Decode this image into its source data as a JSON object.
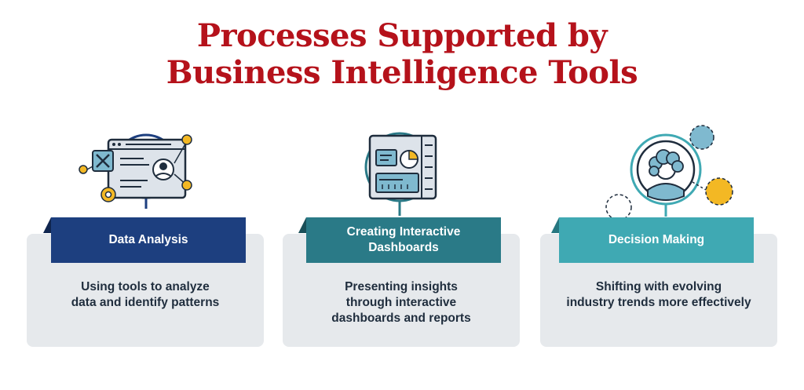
{
  "title": {
    "line1": "Processes Supported by",
    "line2": "Business Intelligence Tools"
  },
  "steps": [
    {
      "label": "Data Analysis",
      "description_lines": [
        "Using tools to analyze",
        "data and identify patterns"
      ],
      "icon": "analysis-window-icon",
      "color": "#1d3f7f"
    },
    {
      "label_lines": [
        "Creating Interactive",
        "Dashboards"
      ],
      "description_lines": [
        "Presenting insights",
        "through interactive",
        "dashboards and reports"
      ],
      "icon": "dashboard-panel-icon",
      "color": "#2a7a87"
    },
    {
      "label": "Decision Making",
      "description_lines": [
        "Shifting with evolving",
        "industry trends more effectively"
      ],
      "icon": "person-network-icon",
      "color": "#3fa9b3"
    }
  ],
  "colors": {
    "title": "#b5121b",
    "card_bg": "#e6e9ec",
    "accent_yellow": "#f3b824"
  }
}
